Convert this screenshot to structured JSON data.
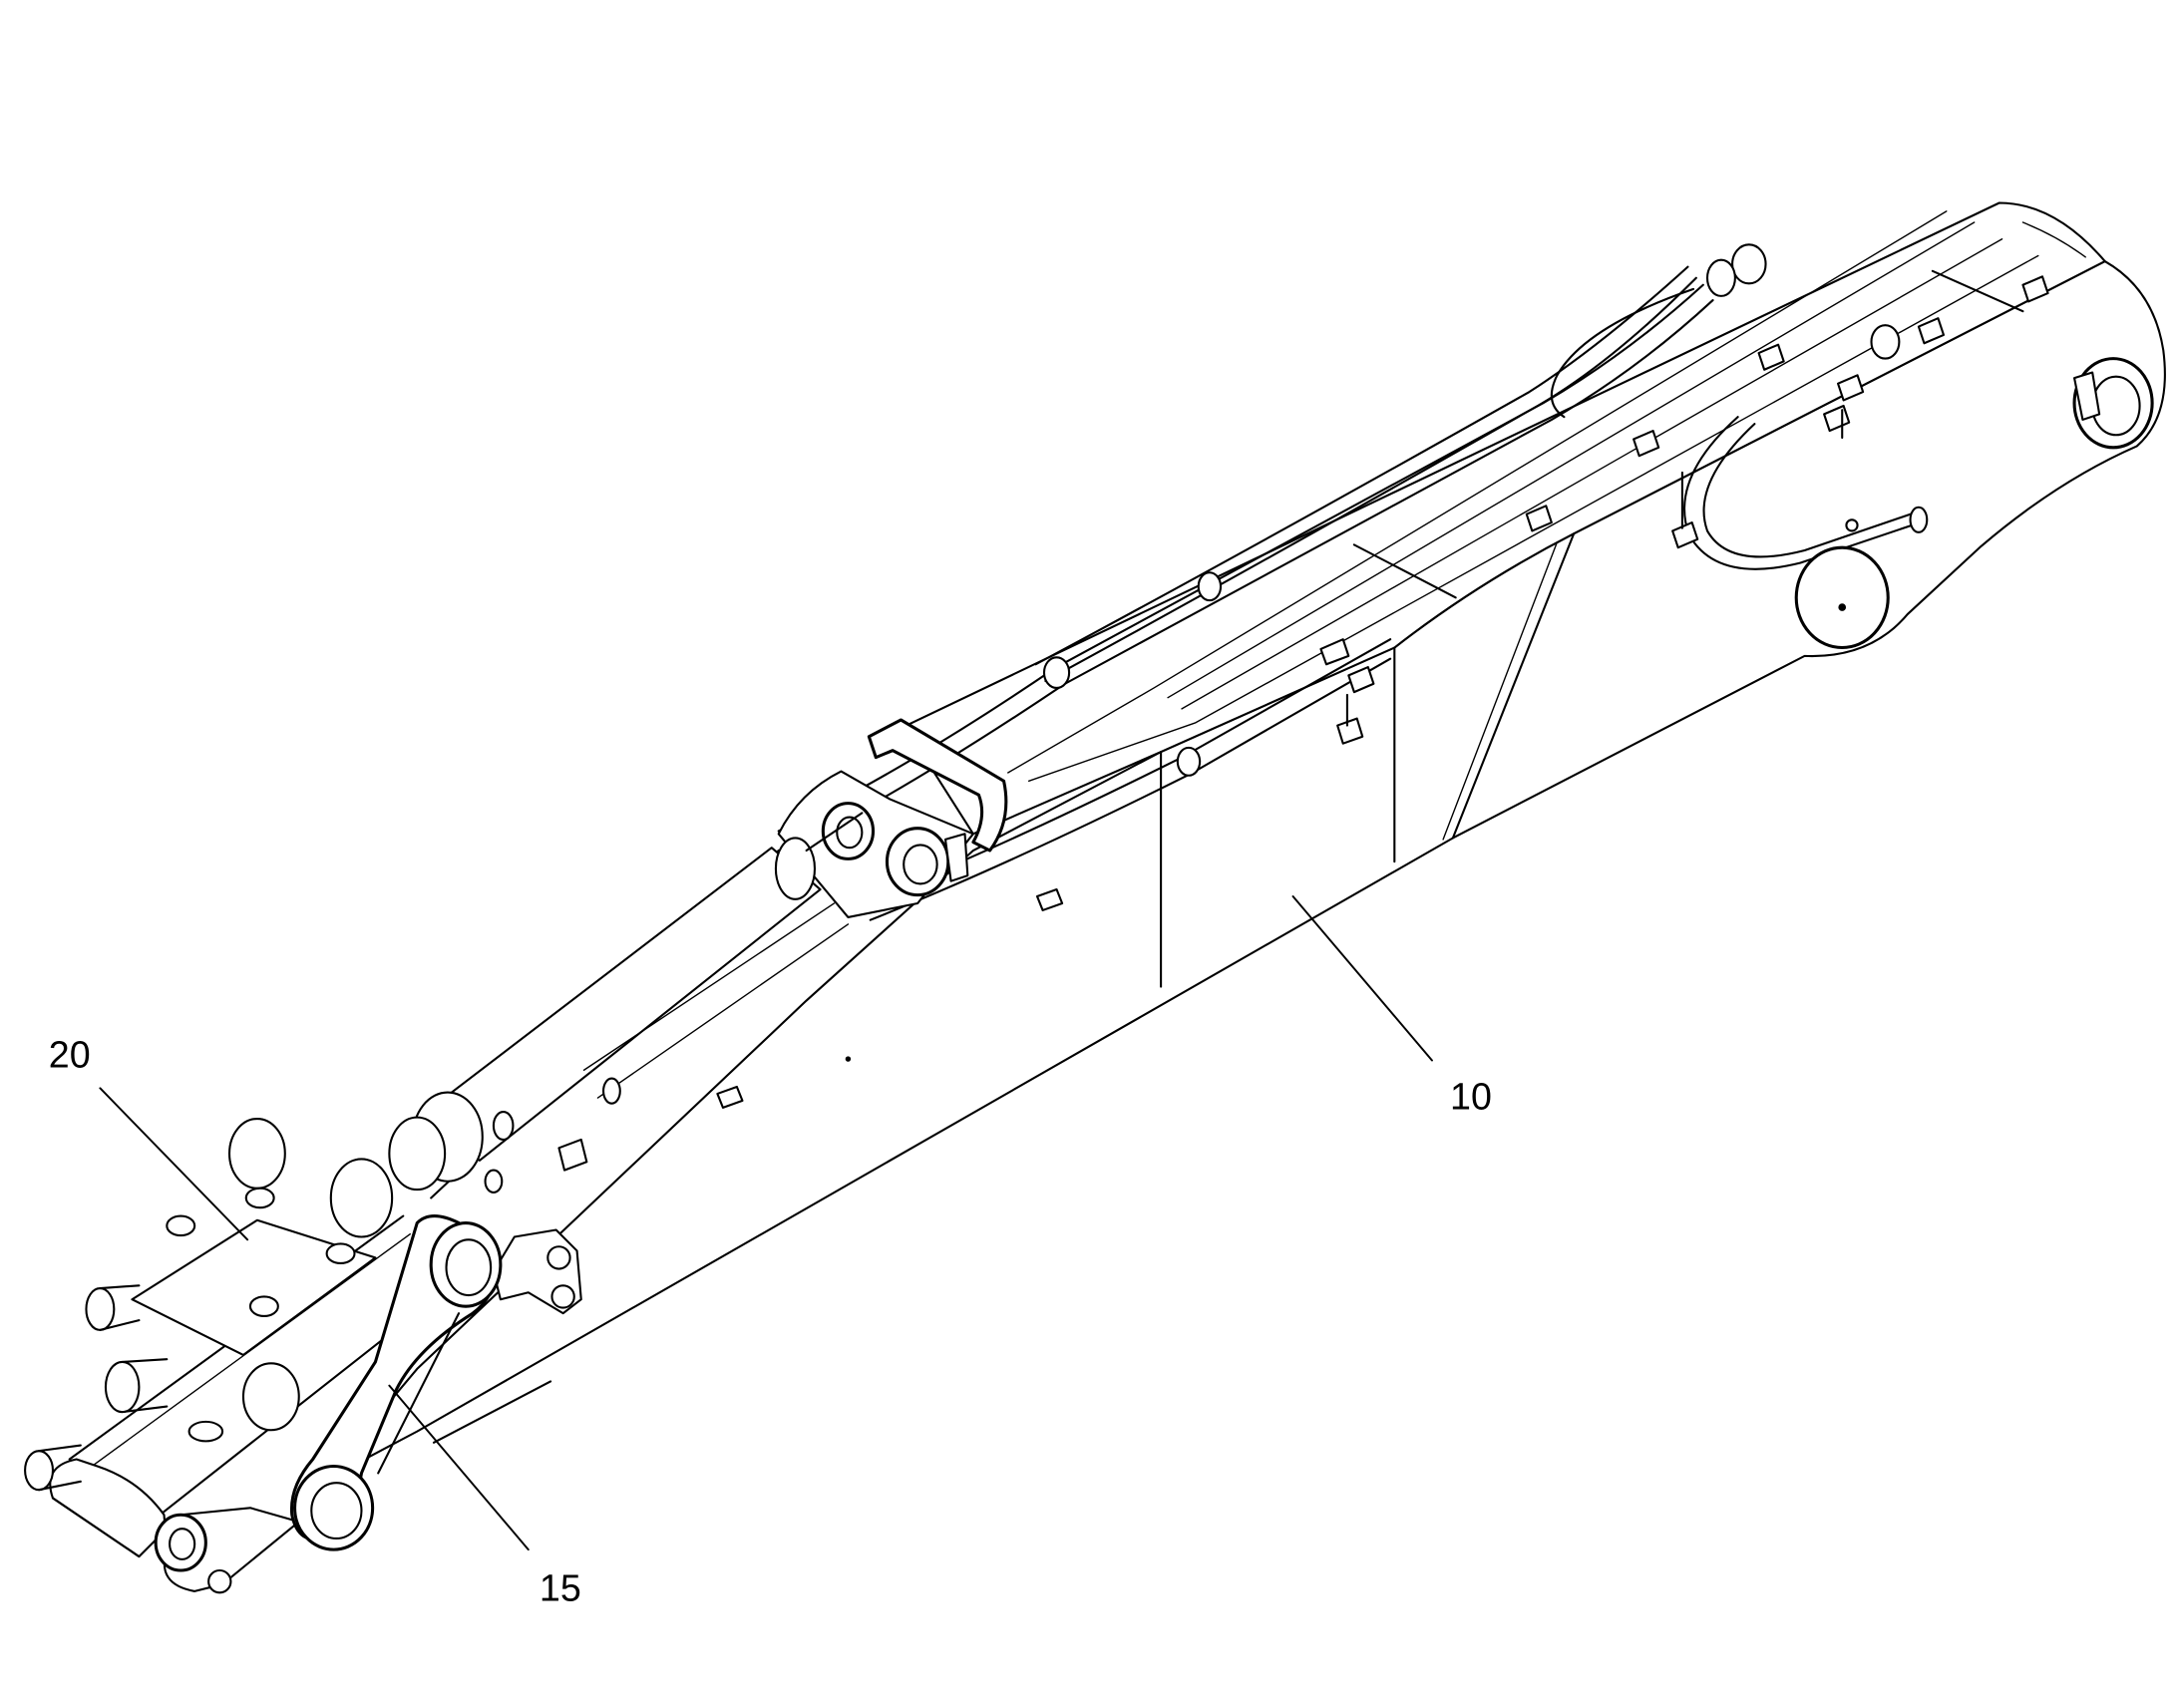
{
  "callouts": [
    {
      "label": "20"
    },
    {
      "label": "10"
    },
    {
      "label": "15"
    }
  ]
}
